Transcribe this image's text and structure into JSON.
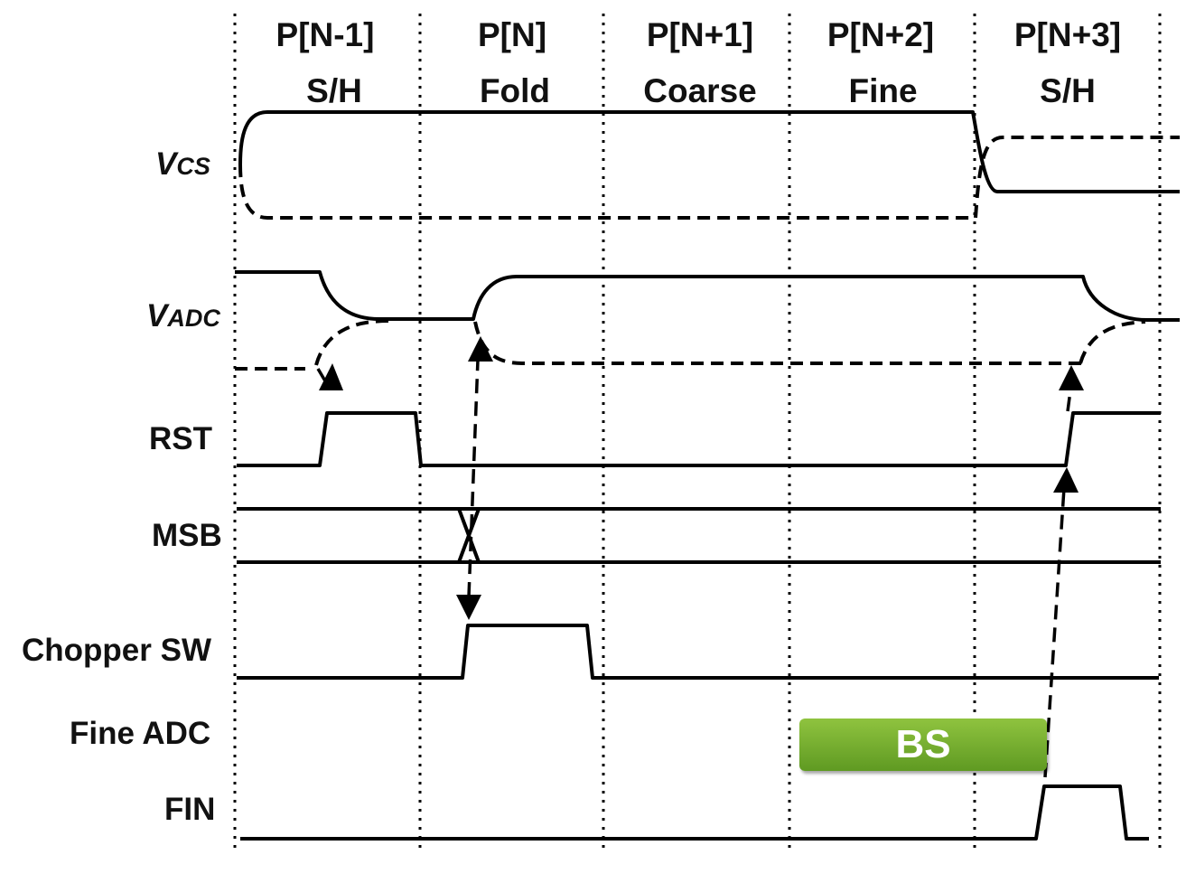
{
  "phases": [
    {
      "top": "P[N-1]",
      "bottom": "S/H"
    },
    {
      "top": "P[N]",
      "bottom": "Fold"
    },
    {
      "top": "P[N+1]",
      "bottom": "Coarse"
    },
    {
      "top": "P[N+2]",
      "bottom": "Fine"
    },
    {
      "top": "P[N+3]",
      "bottom": "S/H"
    }
  ],
  "signals": {
    "vcs": {
      "main": "V",
      "sub": "CS"
    },
    "vadc": {
      "main": "V",
      "sub": "ADC"
    },
    "rst": "RST",
    "msb": "MSB",
    "chopper_sw": "Chopper SW",
    "fine_adc": "Fine ADC",
    "fin": "FIN"
  },
  "bs_block": {
    "label": "BS",
    "color": "#7ab535"
  }
}
